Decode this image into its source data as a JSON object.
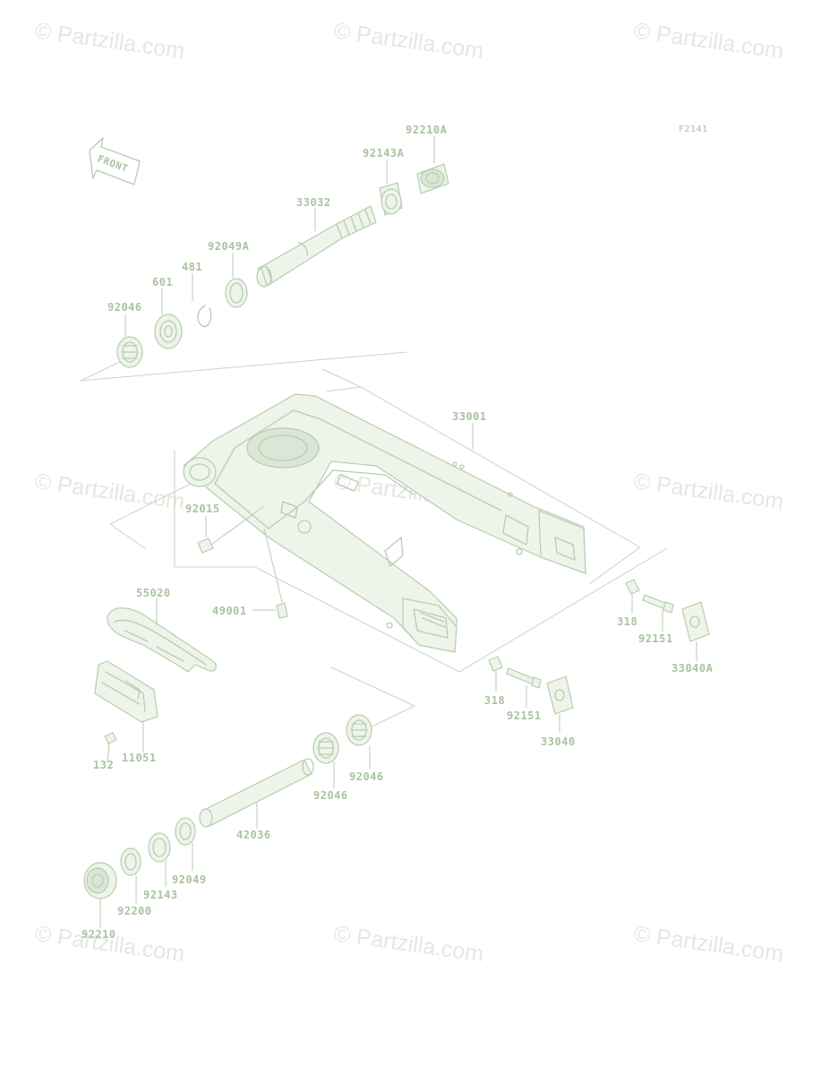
{
  "diagram": {
    "figure_code": "F2141",
    "front_text": "FRONT",
    "watermark": "© Partzilla.com",
    "parts": {
      "p92210A": "92210A",
      "p92143A": "92143A",
      "p33032": "33032",
      "p92049A": "92049A",
      "p481": "481",
      "p601": "601",
      "p92046_top": "92046",
      "p33001": "33001",
      "p92015": "92015",
      "p55020": "55020",
      "p49001": "49001",
      "p318_right": "318",
      "p92151_right": "92151",
      "p33040A": "33040A",
      "p318_mid": "318",
      "p92151_mid": "92151",
      "p33040": "33040",
      "p132": "132",
      "p11051": "11051",
      "p92046_a": "92046",
      "p92046_b": "92046",
      "p42036": "42036",
      "p92049": "92049",
      "p92143": "92143",
      "p92200": "92200",
      "p92210": "92210"
    }
  }
}
